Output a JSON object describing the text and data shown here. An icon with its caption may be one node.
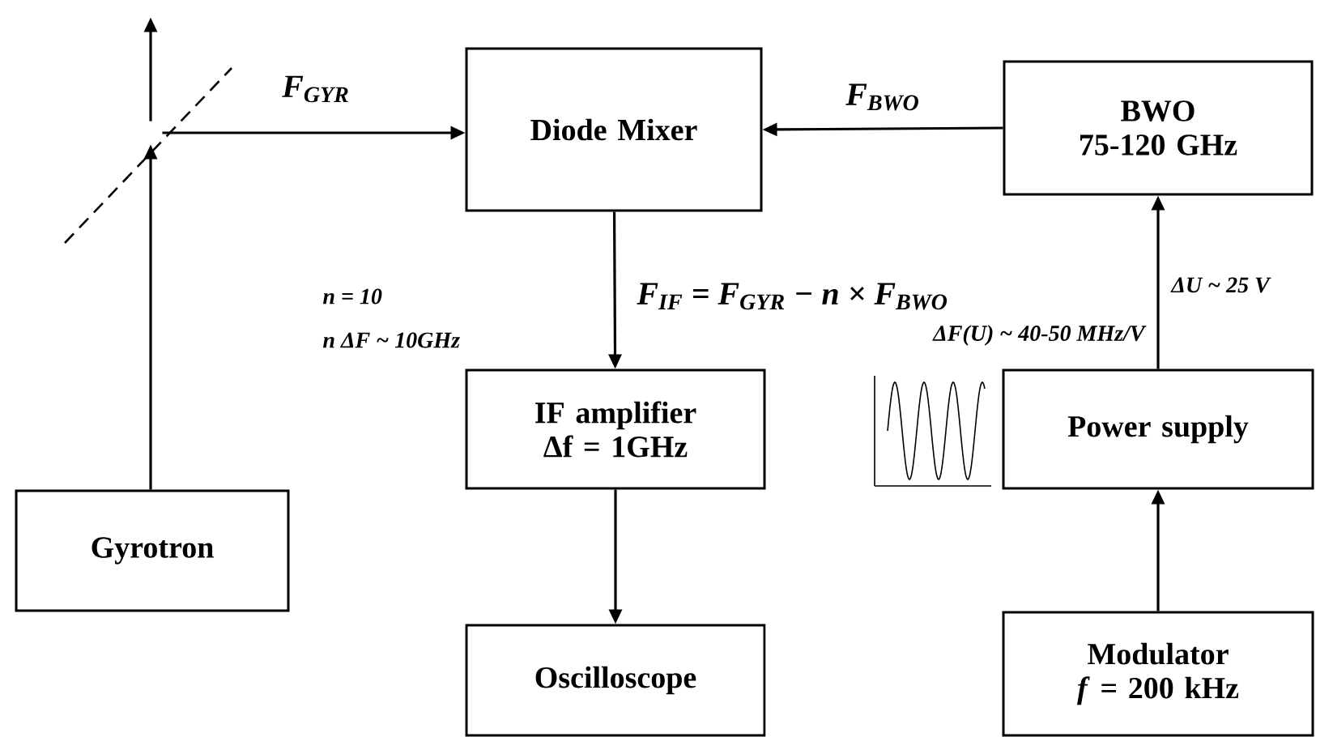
{
  "diagram": {
    "nodes": [
      {
        "text": [
          "Diode Mixer"
        ]
      },
      {
        "text": [
          "BWO 75-120 GHz"
        ]
      },
      {
        "text": [
          "IF amplifier Δf = 1GHz"
        ]
      },
      {
        "text": [
          "Power supply"
        ]
      },
      {
        "text": [
          "Gyrotron"
        ]
      },
      {
        "text": [
          "Oscilloscope"
        ]
      },
      {
        "text": [
          "Modulator *f* = 200 kHz"
        ]
      },
      {
        "text": [],
        "shape": "line"
      }
    ],
    "edges": [
      {
        "from": 4,
        "to": 7,
        "arrow": "to"
      },
      {
        "from": 7,
        "to": null,
        "arrow": "to"
      },
      {
        "from": 7,
        "to": 0,
        "arrow": "to",
        "label": "F$_{GYR}$"
      },
      {
        "from": 1,
        "to": 0,
        "arrow": "to",
        "label": "F$_{BWO}$"
      },
      {
        "from": 0,
        "to": 2,
        "arrow": "to",
        "label": "F$_{IF}$ = F$_{GYR}$ − n × F$_{BWO}$"
      },
      {
        "from": 3,
        "to": 1,
        "arrow": "to"
      },
      {
        "from": 2,
        "to": 5,
        "arrow": "to"
      },
      {
        "from": 6,
        "to": 3,
        "arrow": "to"
      }
    ],
    "labels": [
      "n = 10",
      "n ΔF ~ 10GHz",
      "ΔU ~ 25 V",
      "ΔF(U) ~ 40-50 MHz/V"
    ]
  }
}
